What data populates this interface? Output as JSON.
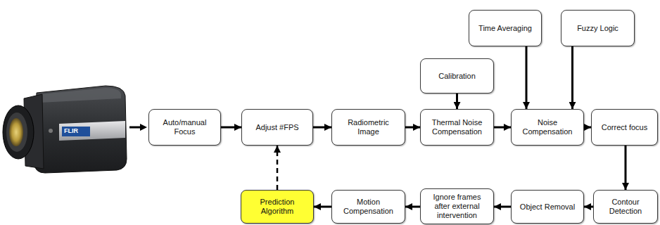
{
  "diagram": {
    "nodes": [
      {
        "text": [
          "Auto/manual Focus"
        ]
      },
      {
        "text": [
          "Adjust #FPS"
        ]
      },
      {
        "text": [
          "Radiometric Image"
        ]
      },
      {
        "text": [
          "Calibration"
        ]
      },
      {
        "text": [
          "Thermal Noise Compensation"
        ]
      },
      {
        "text": [
          "Time Averaging"
        ]
      },
      {
        "text": [
          "Fuzzy Logic"
        ]
      },
      {
        "text": [
          "Noise Compensation"
        ]
      },
      {
        "text": [
          "Correct focus"
        ]
      },
      {
        "text": [
          "Contour Detection"
        ]
      },
      {
        "text": [
          "Object Removal"
        ]
      },
      {
        "text": [
          "Ignore frames after external intervention"
        ]
      },
      {
        "text": [
          "Motion Compensation"
        ]
      },
      {
        "text": [
          "Prediction Algorithm"
        ]
      }
    ],
    "edges": [
      {
        "from": 0,
        "to": 1,
        "arrow": "to"
      },
      {
        "from": 1,
        "to": 2,
        "arrow": "to"
      },
      {
        "from": 2,
        "to": 4,
        "arrow": "to"
      },
      {
        "from": 3,
        "to": 4,
        "arrow": "to"
      },
      {
        "from": 4,
        "to": 7,
        "arrow": "to"
      },
      {
        "from": 5,
        "to": 7,
        "arrow": "to"
      },
      {
        "from": 6,
        "to": 7,
        "arrow": "to"
      },
      {
        "from": 7,
        "to": 8,
        "arrow": "to"
      },
      {
        "from": 8,
        "to": 9,
        "arrow": "to"
      },
      {
        "from": 9,
        "to": 10,
        "arrow": "to"
      },
      {
        "from": 10,
        "to": 11,
        "arrow": "to"
      },
      {
        "from": 11,
        "to": 12,
        "arrow": "to"
      },
      {
        "from": 12,
        "to": 13,
        "arrow": "to"
      },
      {
        "from": 13,
        "to": 1,
        "arrow": "to"
      }
    ],
    "labels": [
      "FLIR"
    ]
  }
}
